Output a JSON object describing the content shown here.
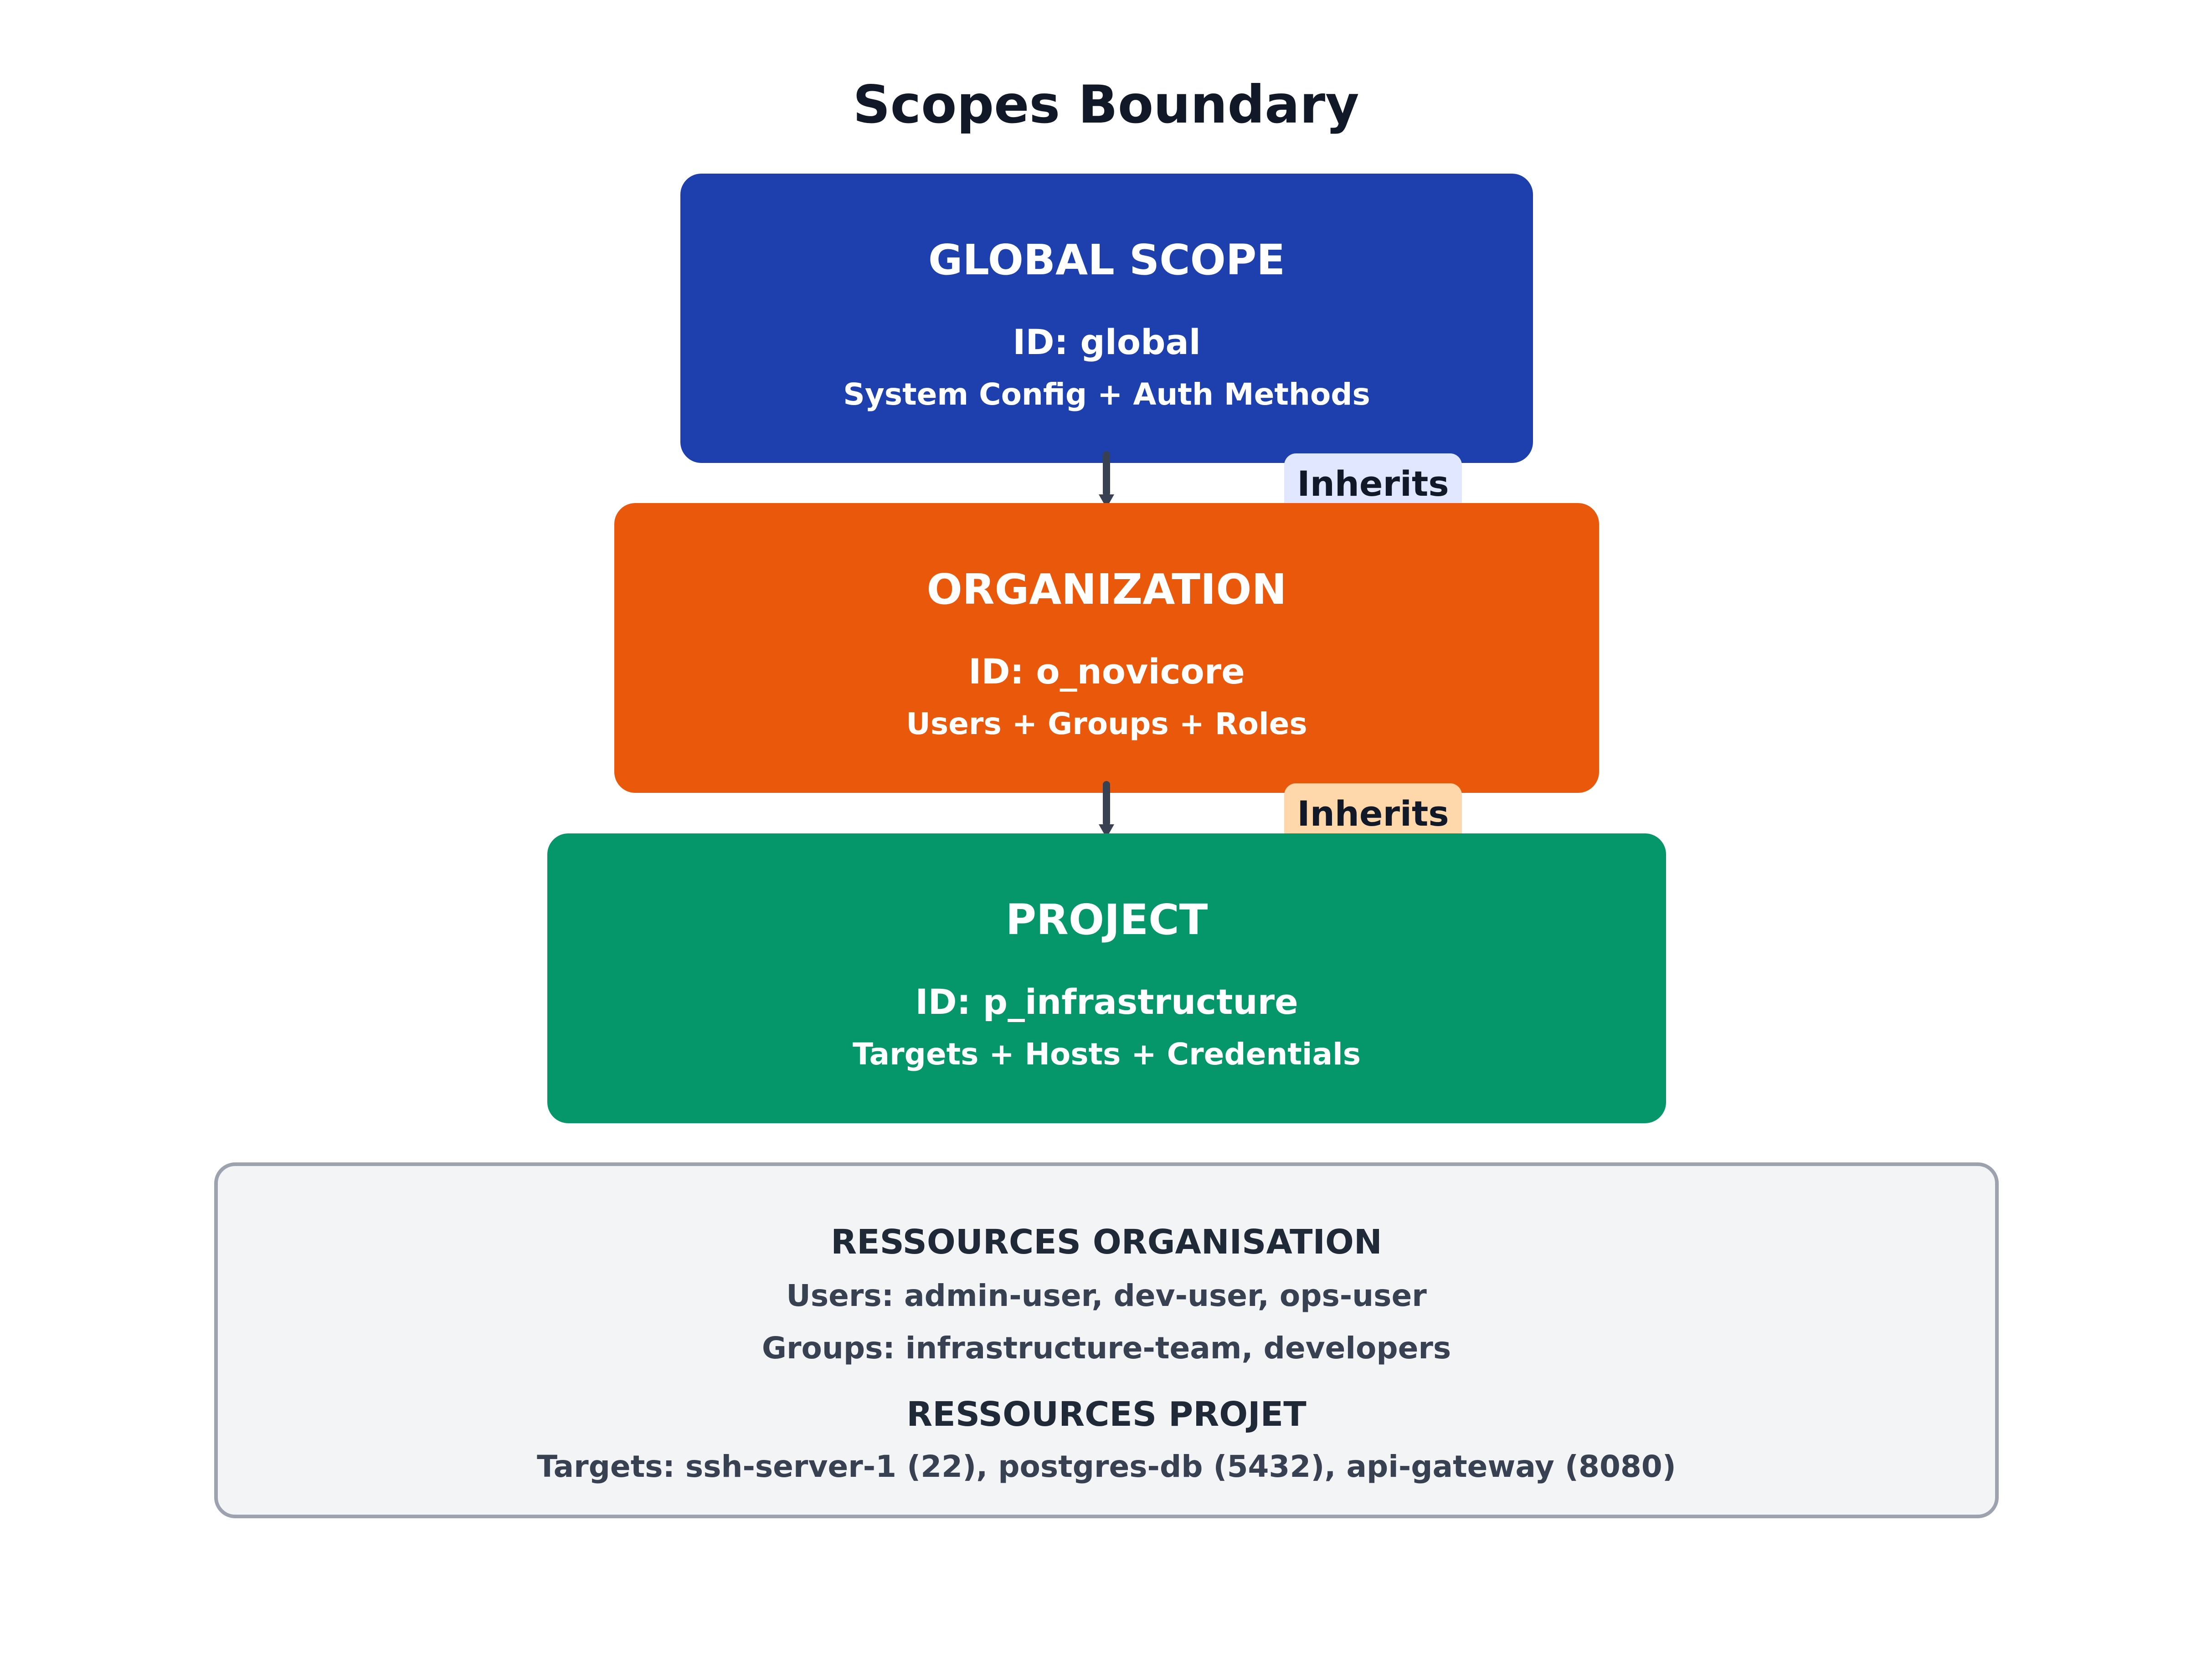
{
  "title": "Scopes Boundary",
  "scopes": [
    {
      "name": "GLOBAL SCOPE",
      "id": "ID: global",
      "description": "System Config + Auth Methods",
      "color": "#1e40af"
    },
    {
      "name": "ORGANIZATION",
      "id": "ID: o_novicore",
      "description": "Users + Groups + Roles",
      "color": "#ea580c"
    },
    {
      "name": "PROJECT",
      "id": "ID: p_infrastructure",
      "description": "Targets + Hosts + Credentials",
      "color": "#059669"
    }
  ],
  "edges": [
    {
      "label": "Inherits",
      "color": "#e0e7ff"
    },
    {
      "label": "Inherits",
      "color": "#fed7aa"
    }
  ],
  "resources": {
    "org_heading": "RESSOURCES ORGANISATION",
    "users": "Users: admin-user, dev-user, ops-user",
    "groups": "Groups: infrastructure-team, developers",
    "project_heading": "RESSOURCES PROJET",
    "targets": "Targets: ssh-server-1 (22), postgres-db (5432), api-gateway (8080)"
  }
}
